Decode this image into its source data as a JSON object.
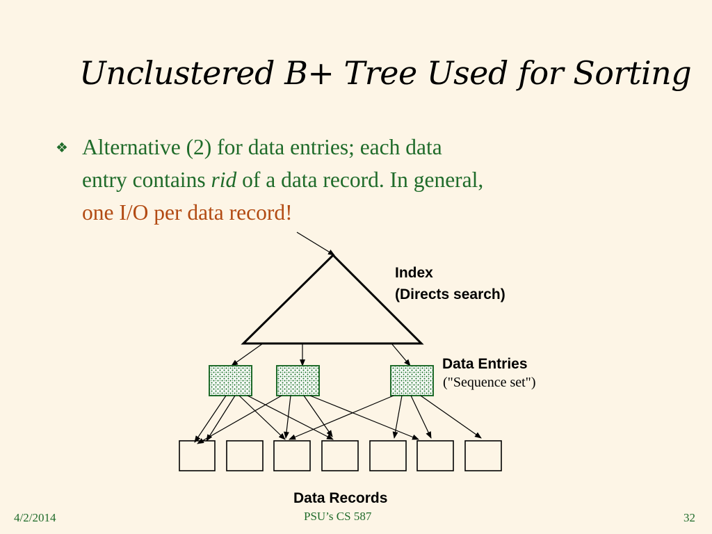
{
  "slide": {
    "title": "Unclustered B+ Tree Used for Sorting",
    "bullet": {
      "line1": "Alternative (2) for data entries; each data",
      "line2_a": "entry contains ",
      "line2_rid": "rid",
      "line2_b": " of a data record.  In general,",
      "line3": "one I/O per data record!"
    },
    "diagram": {
      "index_label": "Index",
      "index_sub": "(Directs search)",
      "entries_label": "Data Entries",
      "entries_sub": "(\"Sequence set\")",
      "records_label": "Data Records"
    },
    "footer": {
      "date": "4/2/2014",
      "course": "PSU’s CS 587",
      "page": "32"
    }
  },
  "colors": {
    "background": "#fdf5e6",
    "bullet_text": "#1f6b2a",
    "highlight_text": "#b24a12",
    "entry_fill": "#2e7d3a"
  }
}
